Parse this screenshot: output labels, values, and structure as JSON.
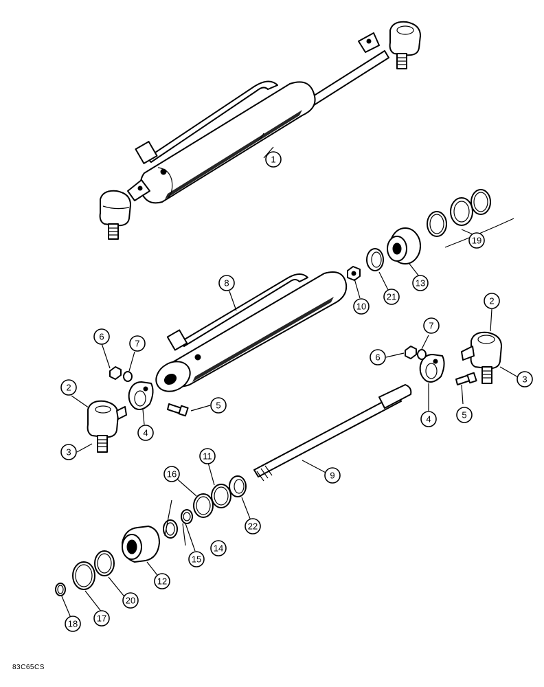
{
  "diagram": {
    "callouts": [
      {
        "id": "c1",
        "label": "1"
      },
      {
        "id": "c2a",
        "label": "2"
      },
      {
        "id": "c2b",
        "label": "2"
      },
      {
        "id": "c3a",
        "label": "3"
      },
      {
        "id": "c3b",
        "label": "3"
      },
      {
        "id": "c4a",
        "label": "4"
      },
      {
        "id": "c4b",
        "label": "4"
      },
      {
        "id": "c5a",
        "label": "5"
      },
      {
        "id": "c5b",
        "label": "5"
      },
      {
        "id": "c6a",
        "label": "6"
      },
      {
        "id": "c6b",
        "label": "6"
      },
      {
        "id": "c7a",
        "label": "7"
      },
      {
        "id": "c7b",
        "label": "7"
      },
      {
        "id": "c8",
        "label": "8"
      },
      {
        "id": "c9",
        "label": "9"
      },
      {
        "id": "c10",
        "label": "10"
      },
      {
        "id": "c11",
        "label": "11"
      },
      {
        "id": "c12",
        "label": "12"
      },
      {
        "id": "c13",
        "label": "13"
      },
      {
        "id": "c14",
        "label": "14"
      },
      {
        "id": "c15",
        "label": "15"
      },
      {
        "id": "c16",
        "label": "16"
      },
      {
        "id": "c17",
        "label": "17"
      },
      {
        "id": "c18",
        "label": "18"
      },
      {
        "id": "c19",
        "label": "19"
      },
      {
        "id": "c20",
        "label": "20"
      },
      {
        "id": "c21",
        "label": "21"
      },
      {
        "id": "c22",
        "label": "22"
      }
    ],
    "figure_code": "83C65CS"
  }
}
